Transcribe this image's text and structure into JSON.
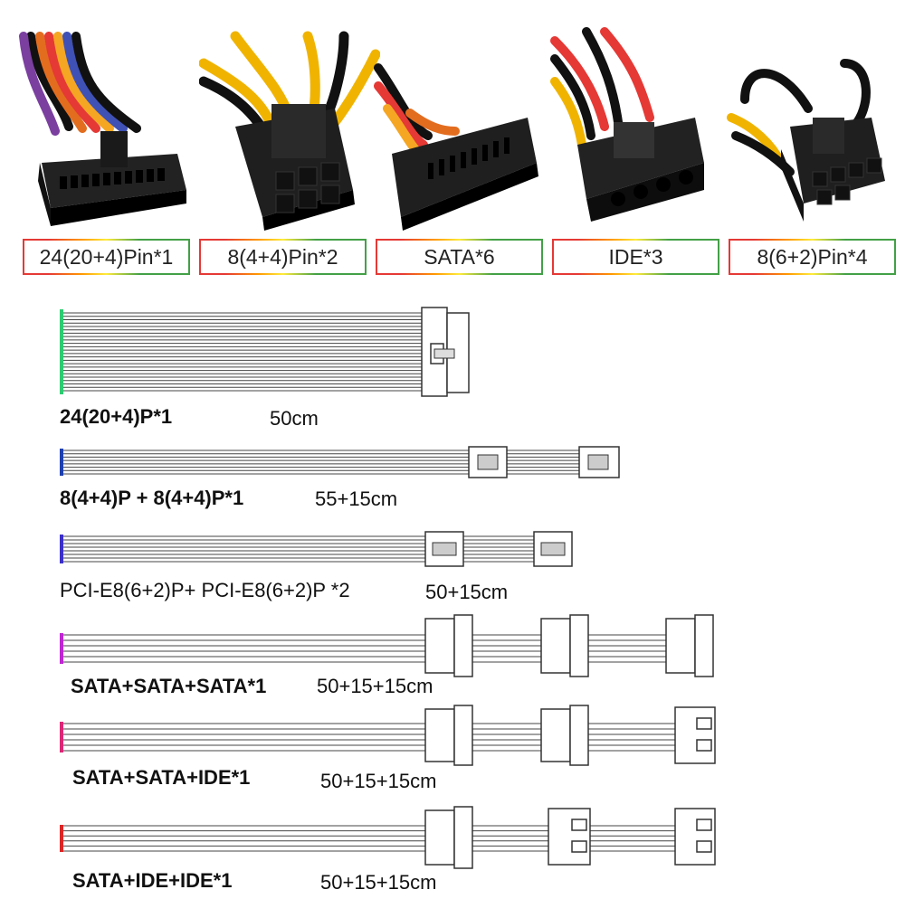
{
  "connectors": [
    {
      "label": "24(20+4)Pin*1"
    },
    {
      "label": "8(4+4)Pin*2"
    },
    {
      "label": "SATA*6"
    },
    {
      "label": "IDE*3"
    },
    {
      "label": "8(6+2)Pin*4"
    }
  ],
  "cables": [
    {
      "title": "24(20+4)P*1",
      "length": "50cm",
      "accent": "#2ecc71"
    },
    {
      "title": "8(4+4)P + 8(4+4)P*1",
      "length": "55+15cm",
      "accent": "#1e40af"
    },
    {
      "title": "PCI-E8(6+2)P+ PCI-E8(6+2)P *2",
      "length": "50+15cm",
      "accent": "#3b2fc9"
    },
    {
      "title": "SATA+SATA+SATA*1",
      "length": "50+15+15cm",
      "accent": "#c026d3"
    },
    {
      "title": "SATA+SATA+IDE*1",
      "length": "50+15+15cm",
      "accent": "#db2777"
    },
    {
      "title": "SATA+IDE+IDE*1",
      "length": "50+15+15cm",
      "accent": "#dc2626"
    }
  ]
}
